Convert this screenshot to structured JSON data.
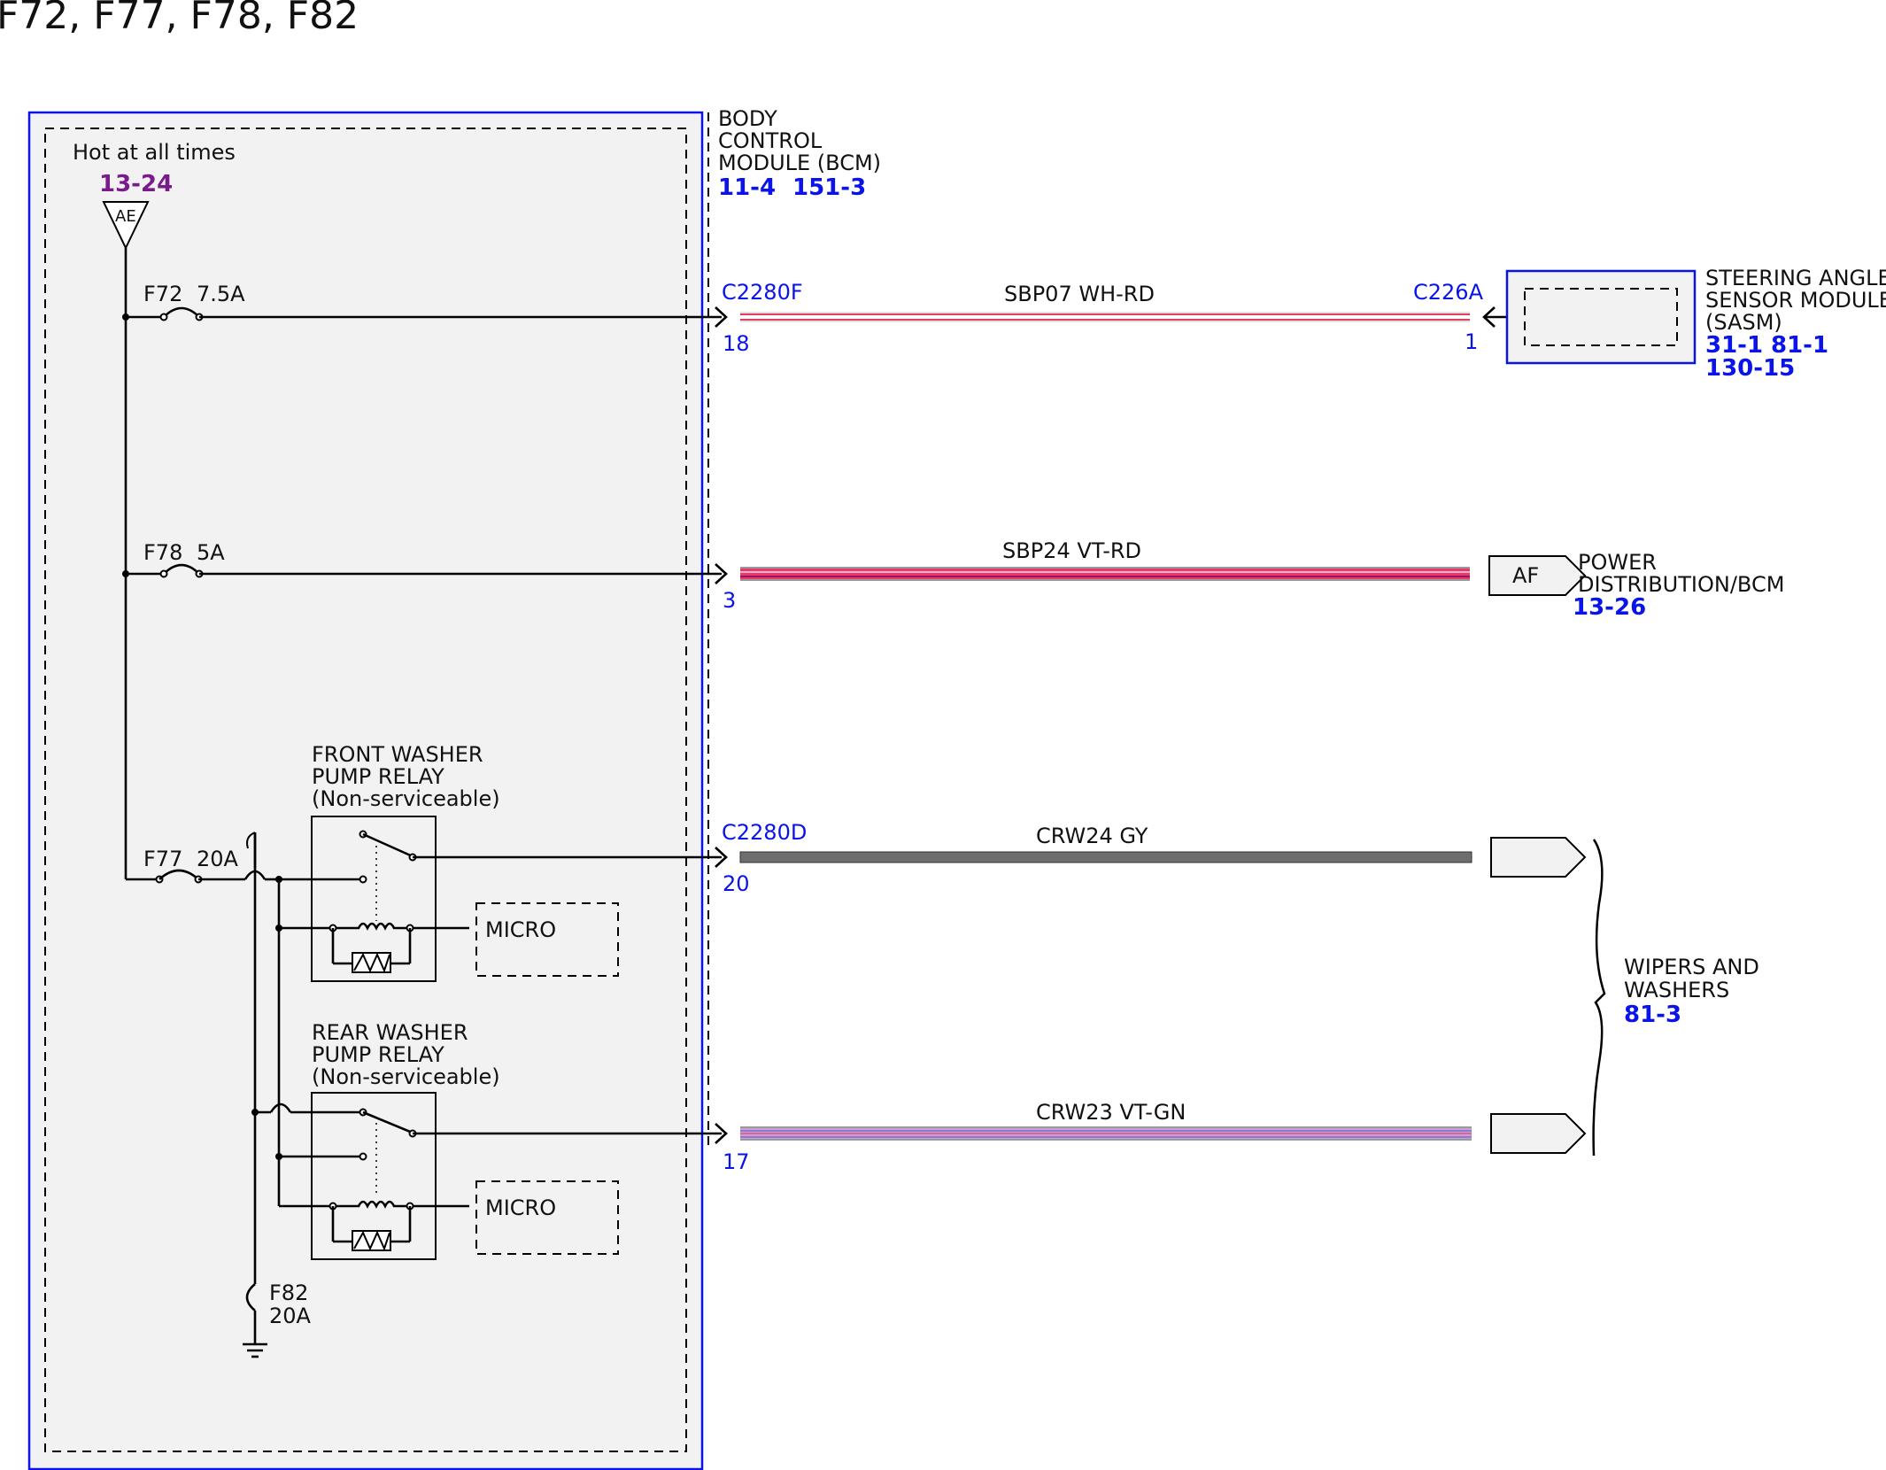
{
  "title": "F72, F77, F78, F82",
  "bcm": {
    "name_lines": [
      "BODY",
      "CONTROL",
      "MODULE (BCM)"
    ],
    "refs": [
      "11-4",
      "151-3"
    ]
  },
  "fuse_box": {
    "hot_label": "Hot at all times",
    "hot_ref": "13-24",
    "source_code": "AE"
  },
  "fuses": {
    "f72": {
      "name": "F72",
      "rating": "7.5A"
    },
    "f78": {
      "name": "F78",
      "rating": "5A"
    },
    "f77": {
      "name": "F77",
      "rating": "20A"
    },
    "f82": {
      "name": "F82",
      "rating": "20A"
    }
  },
  "relays": {
    "front": {
      "lines": [
        "FRONT WASHER",
        "PUMP RELAY",
        "(Non-serviceable)"
      ],
      "micro": "MICRO"
    },
    "rear": {
      "lines": [
        "REAR WASHER",
        "PUMP RELAY",
        "(Non-serviceable)"
      ],
      "micro": "MICRO"
    }
  },
  "circuits": [
    {
      "id": "sbp07",
      "connector": "C2280F",
      "pin": "18",
      "label": "SBP07   WH-RD",
      "colors": [
        "#e04060",
        "#ffffff"
      ],
      "far_connector": "C226A",
      "far_pin": "1"
    },
    {
      "id": "sbp24",
      "connector": "",
      "pin": "3",
      "label": "SBP24   VT-RD",
      "colors": [
        "#e0357a",
        "#e83a5a"
      ]
    },
    {
      "id": "crw24",
      "connector": "C2280D",
      "pin": "20",
      "label": "CRW24 GY",
      "colors": [
        "#707070",
        "#707070"
      ]
    },
    {
      "id": "crw23",
      "connector": "",
      "pin": "17",
      "label": "CRW23 VT-GN",
      "colors": [
        "#9a8fd0",
        "#e060a0"
      ]
    }
  ],
  "sasm": {
    "name_lines": [
      "STEERING ANGLE",
      "SENSOR MODULE",
      "(SASM)"
    ],
    "refs": [
      "31-1",
      "81-1",
      "130-15"
    ]
  },
  "power_dist": {
    "code": "AF",
    "name_lines": [
      "POWER",
      "DISTRIBUTION/BCM"
    ],
    "ref": "13-26"
  },
  "wipers": {
    "name_lines": [
      "WIPERS AND",
      "WASHERS"
    ],
    "ref": "81-3"
  }
}
